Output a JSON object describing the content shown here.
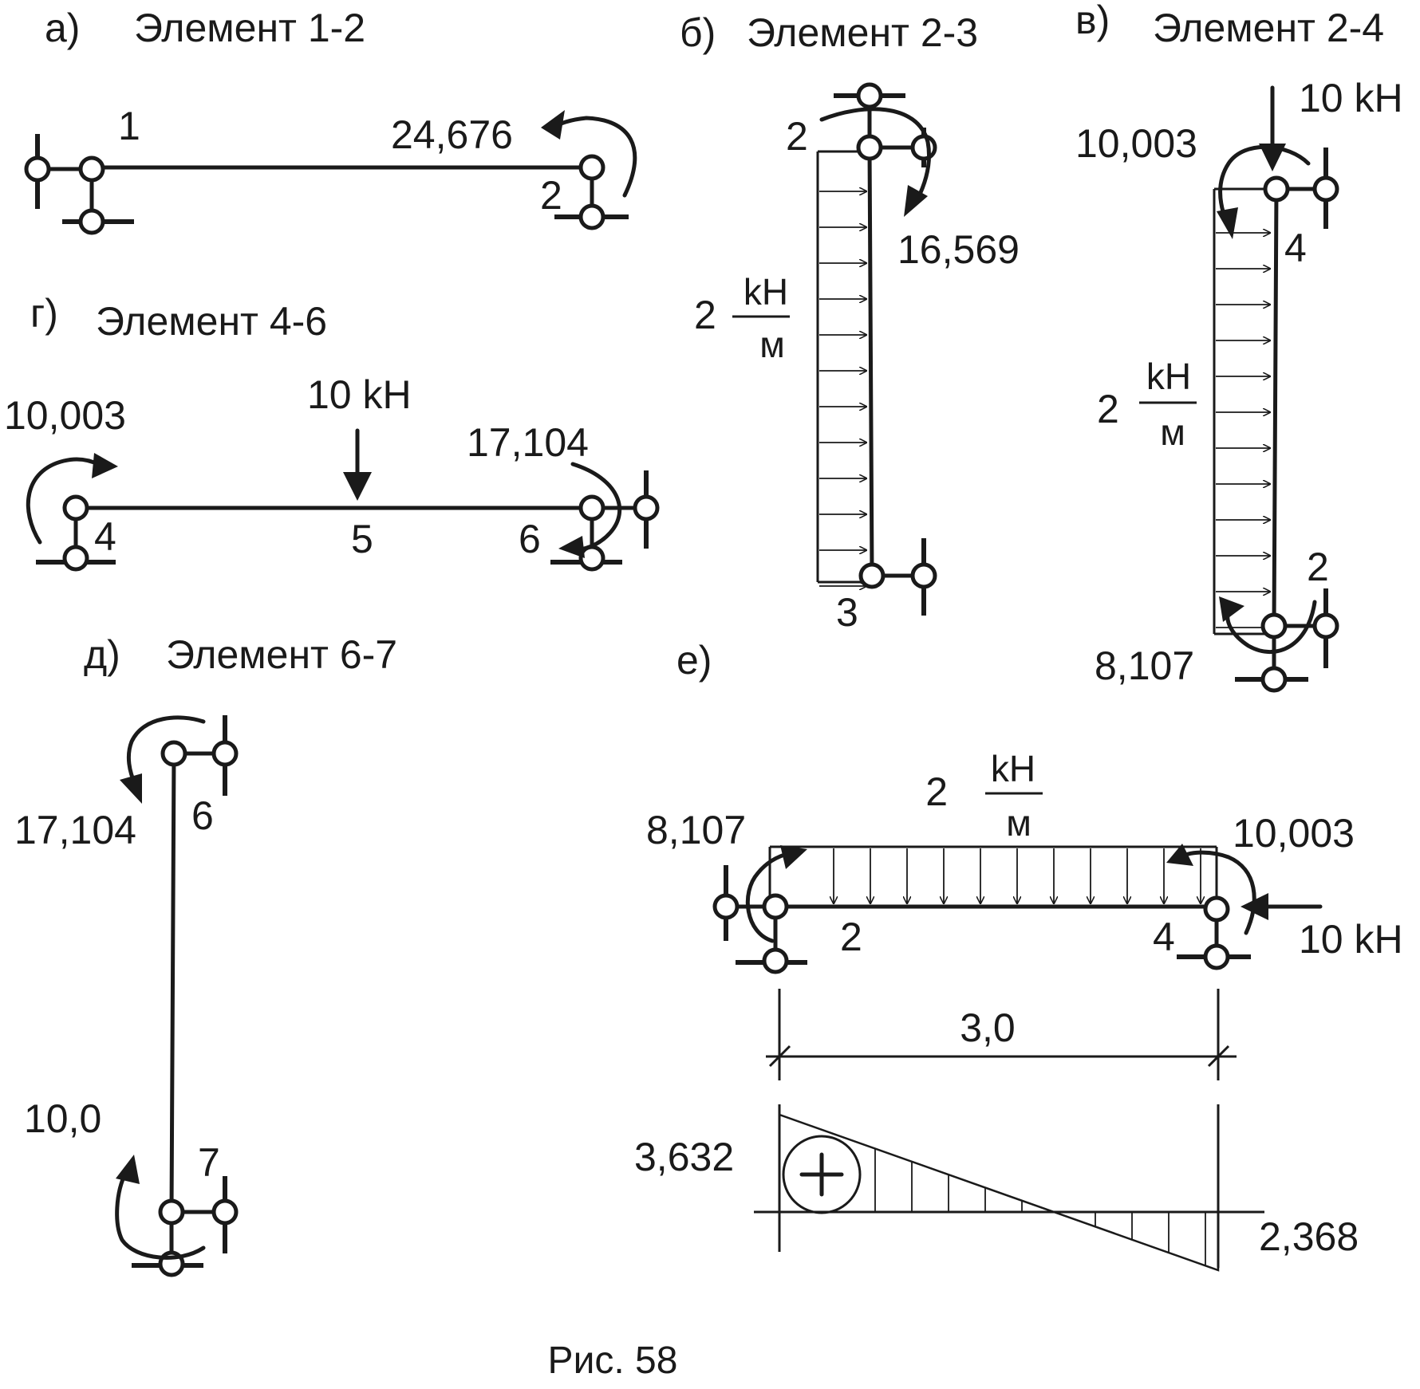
{
  "panels": {
    "a": {
      "letter": "а)",
      "title": "Элемент 1-2",
      "n1": "1",
      "n2": "2",
      "moment": "24,676"
    },
    "b": {
      "letter": "б)",
      "title": "Элемент 2-3",
      "n_top": "2",
      "n_bot": "3",
      "moment": "16,569",
      "load_num": "2",
      "load_unit_top": "kH",
      "load_unit_bot": "м"
    },
    "v": {
      "letter": "в)",
      "title": "Элемент 2-4",
      "force": "10 kH",
      "moment_top": "10,003",
      "n_top": "4",
      "n_bot": "2",
      "moment_bot": "8,107",
      "load_num": "2",
      "load_unit_top": "kH",
      "load_unit_bot": "м"
    },
    "g": {
      "letter": "г)",
      "title": "Элемент 4-6",
      "force": "10 kH",
      "moment_left": "10,003",
      "moment_right": "17,104",
      "n1": "4",
      "n2": "5",
      "n3": "6"
    },
    "d": {
      "letter": "д)",
      "title": "Элемент 6-7",
      "moment_top": "17,104",
      "n_top": "6",
      "moment_bot": "10,0",
      "n_bot": "7"
    },
    "e": {
      "letter": "е)",
      "load_num": "2",
      "load_unit_top": "kH",
      "load_unit_bot": "м",
      "moment_left": "8,107",
      "moment_right": "10,003",
      "force": "10 kH",
      "n1": "2",
      "n2": "4",
      "span": "3,0",
      "shear_left": "3,632",
      "shear_right": "2,368",
      "sign": "+"
    }
  },
  "caption": "Рис. 58"
}
